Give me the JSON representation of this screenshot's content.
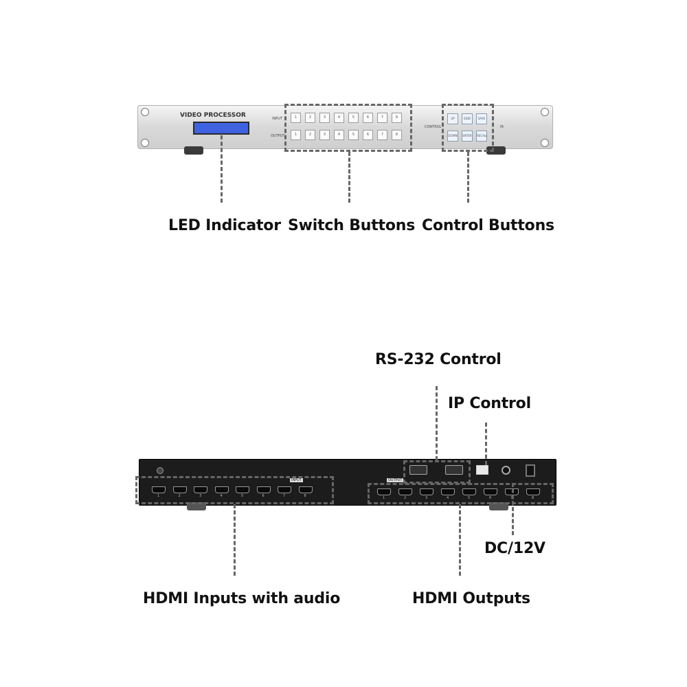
{
  "front_panel": {
    "model_label": "VIDEO PROCESSOR",
    "input_label": "INPUT",
    "output_label": "OUTPUT",
    "control_label": "CONTROL",
    "ir_label": "IR",
    "input_buttons": [
      "1",
      "2",
      "3",
      "4",
      "5",
      "6",
      "7",
      "8"
    ],
    "output_buttons": [
      "1",
      "2",
      "3",
      "4",
      "5",
      "6",
      "7",
      "8"
    ],
    "control_buttons": [
      "UP",
      "EDID",
      "SAVE",
      "DOWN",
      "ENTER",
      "RECALL"
    ]
  },
  "rear_panel": {
    "input_tag": "INPUT",
    "output_tag": "OUTPUT",
    "input_ports": [
      "1",
      "2",
      "3",
      "4",
      "5",
      "6",
      "7",
      "8"
    ],
    "output_ports": [
      "1",
      "2",
      "3",
      "4",
      "5",
      "6",
      "7",
      "8"
    ]
  },
  "callouts": {
    "led_indicator": "LED Indicator",
    "switch_buttons": "Switch Buttons",
    "control_buttons": "Control Buttons",
    "rs232_control": "RS-232 Control",
    "ip_control": "IP Control",
    "dc_12v": "DC/12V",
    "hdmi_inputs": "HDMI Inputs with audio",
    "hdmi_outputs": "HDMI Outputs"
  }
}
